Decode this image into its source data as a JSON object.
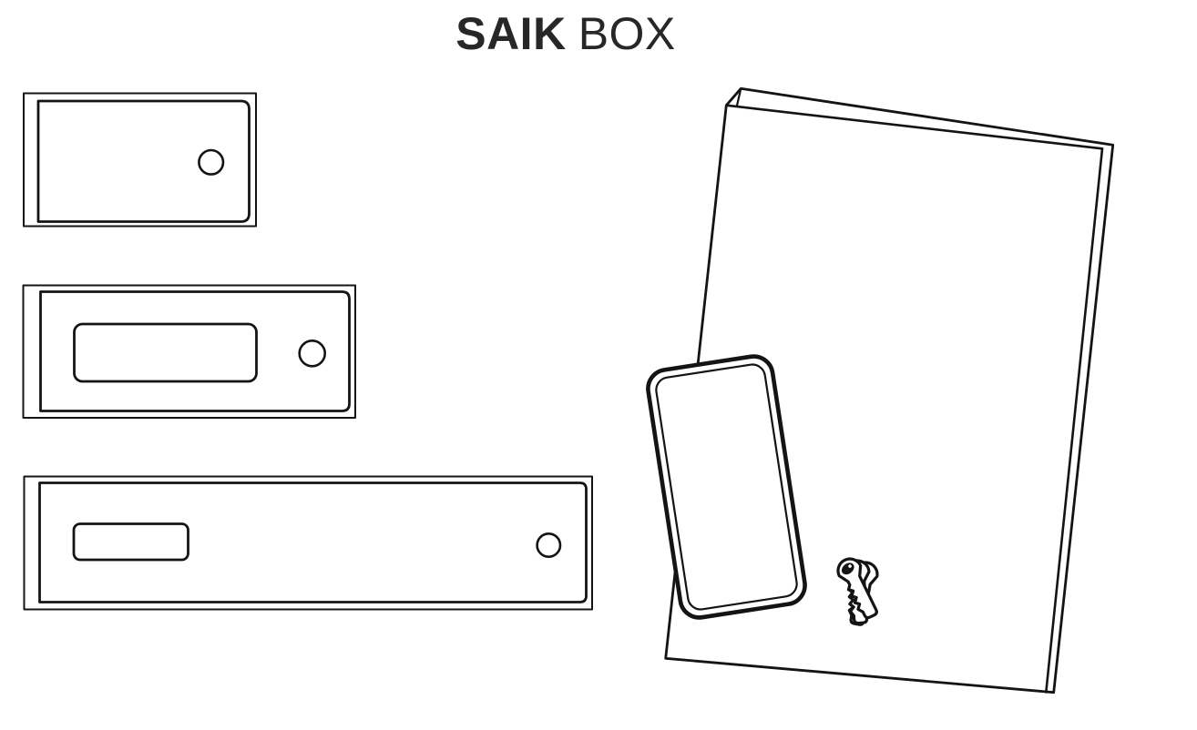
{
  "title": {
    "brand": "SAIK",
    "product": "BOX"
  },
  "colors": {
    "background": "#ffffff",
    "line": "#141414",
    "title_text": "#272727"
  },
  "figures": [
    {
      "id": "box-small-top-view",
      "label": "small box lid with finger hole"
    },
    {
      "id": "box-medium-top-view",
      "label": "medium box lid with label window and finger hole"
    },
    {
      "id": "box-large-top-view",
      "label": "long box lid with label window and finger hole"
    },
    {
      "id": "box-upright-scene",
      "label": "flat box standing upright with phone and keys"
    }
  ],
  "icons": {
    "phone": "phone-outline-icon",
    "keys": "keys-icon"
  }
}
